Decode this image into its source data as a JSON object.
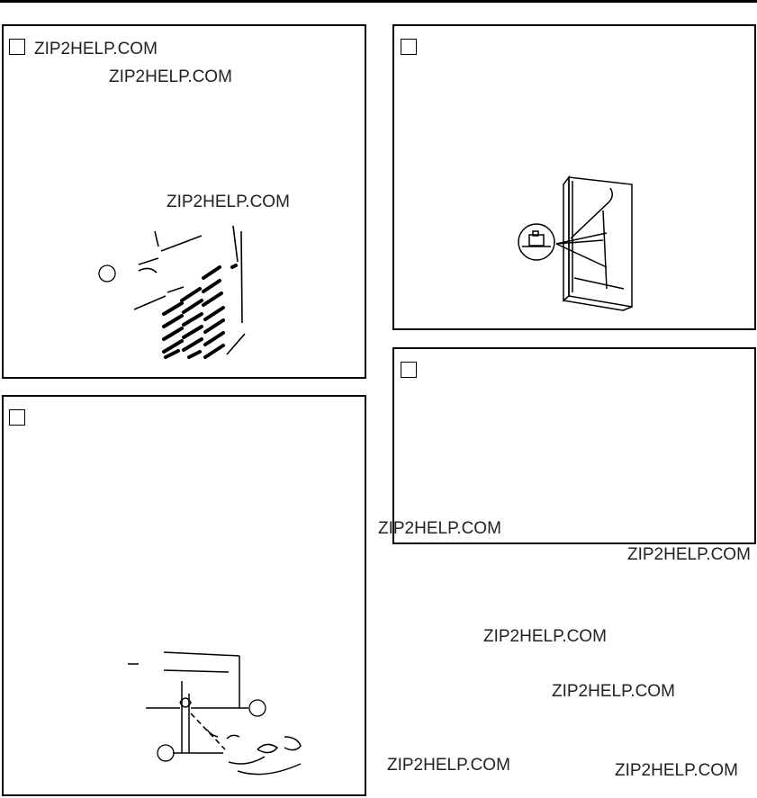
{
  "watermarks": [
    "ZIP2HELP.COM",
    "ZIP2HELP.COM",
    "ZIP2HELP.COM",
    "ZIP2HELP.COM",
    "ZIP2HELP.COM",
    "ZIP2HELP.COM",
    "ZIP2HELP.COM",
    "ZIP2HELP.COM",
    "ZIP2HELP.COM"
  ],
  "icons": {
    "checkbox": "empty-checkbox-icon",
    "callout": "callout-circle-icon"
  },
  "colors": {
    "ink": "#000000",
    "paper": "#ffffff"
  }
}
